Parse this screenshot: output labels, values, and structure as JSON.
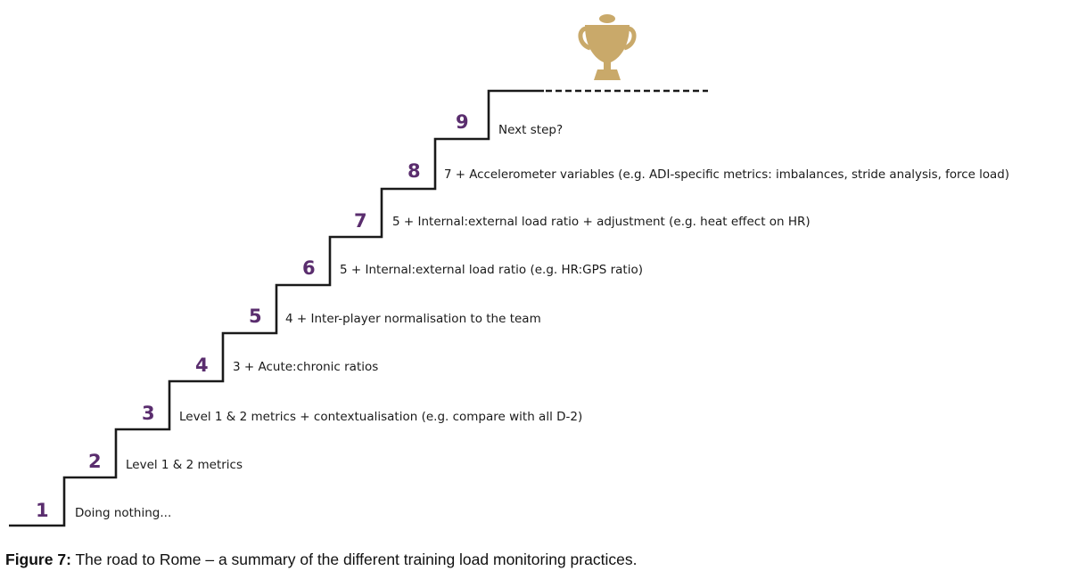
{
  "diagram": {
    "steps": [
      {
        "num": "1",
        "text": "Doing nothing..."
      },
      {
        "num": "2",
        "text": "Level 1 & 2 metrics"
      },
      {
        "num": "3",
        "text": "Level 1 & 2 metrics + contextualisation (e.g. compare with all D-2)"
      },
      {
        "num": "4",
        "text": "3 + Acute:chronic ratios"
      },
      {
        "num": "5",
        "text": "4 + Inter-player normalisation to the team"
      },
      {
        "num": "6",
        "text": "5 + Internal:external load ratio (e.g. HR:GPS ratio)"
      },
      {
        "num": "7",
        "text": "5 + Internal:external load ratio + adjustment (e.g. heat effect on HR)"
      },
      {
        "num": "8",
        "text": "7 + Accelerometer variables (e.g. ADI-specific metrics: imbalances, stride analysis, force load)"
      },
      {
        "num": "9",
        "text": "Next step?"
      }
    ],
    "colors": {
      "number": "#5a2d6e",
      "trophy": "#c9a96a",
      "line": "#1a1a1a"
    },
    "icon": "trophy-icon"
  },
  "caption": {
    "label": "Figure 7:",
    "text": " The road to Rome – a summary of the different training load monitoring practices."
  }
}
